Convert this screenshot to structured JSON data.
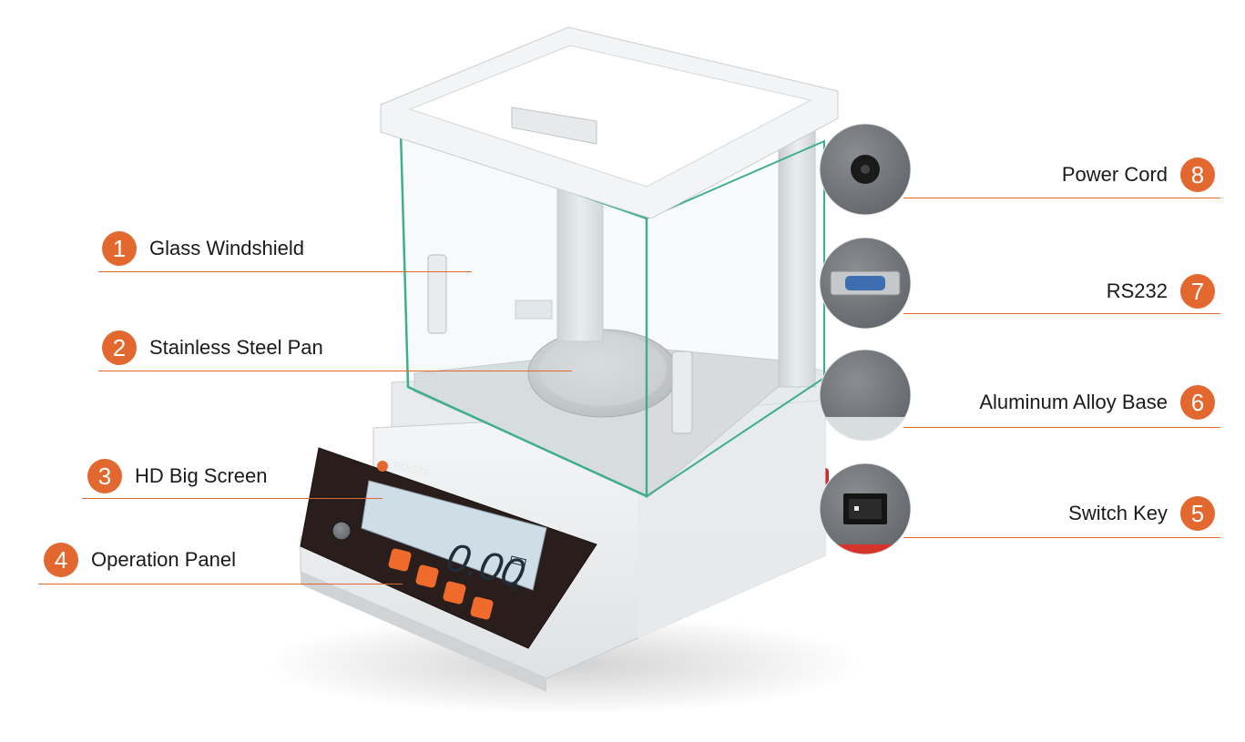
{
  "product": {
    "brand": "RUISTE",
    "display_reading": "0.00",
    "display_unit": "g"
  },
  "callouts": [
    {
      "number": "1",
      "label": "Glass Windshield"
    },
    {
      "number": "2",
      "label": "Stainless Steel Pan"
    },
    {
      "number": "3",
      "label": "HD Big Screen"
    },
    {
      "number": "4",
      "label": "Operation Panel"
    },
    {
      "number": "5",
      "label": "Switch Key"
    },
    {
      "number": "6",
      "label": "Aluminum Alloy Base"
    },
    {
      "number": "7",
      "label": "RS232"
    },
    {
      "number": "8",
      "label": "Power Cord"
    }
  ],
  "colors": {
    "accent": "#e2682f",
    "lcd": "#cfdde6",
    "body": "#eef0f1",
    "panel": "#2a1e1c",
    "feet": "#d6332b",
    "glass_edge": "#3fae8a"
  }
}
